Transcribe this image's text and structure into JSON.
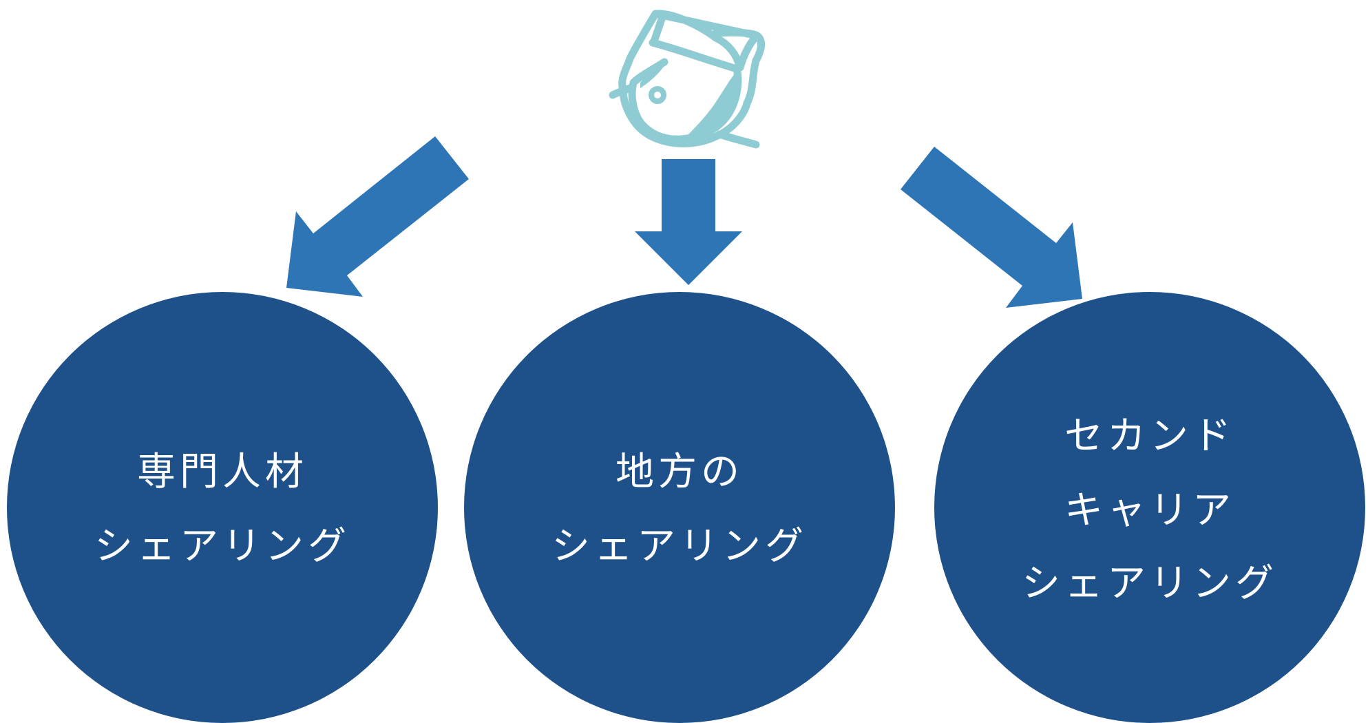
{
  "colors": {
    "circle_fill": "#1e5189",
    "arrow_fill": "#2e75b6",
    "mascot_stroke": "#8ecbd2",
    "label_color": "#ffffff"
  },
  "mascot": {
    "icon": "sketchy-round-character-icon"
  },
  "circles": [
    {
      "id": "specialist",
      "lines": [
        "専門人材",
        "シェアリング"
      ]
    },
    {
      "id": "regional",
      "lines": [
        "地方の",
        "シェアリング"
      ]
    },
    {
      "id": "second-career",
      "lines": [
        "セカンド",
        "キャリア",
        "シェアリング"
      ]
    }
  ]
}
